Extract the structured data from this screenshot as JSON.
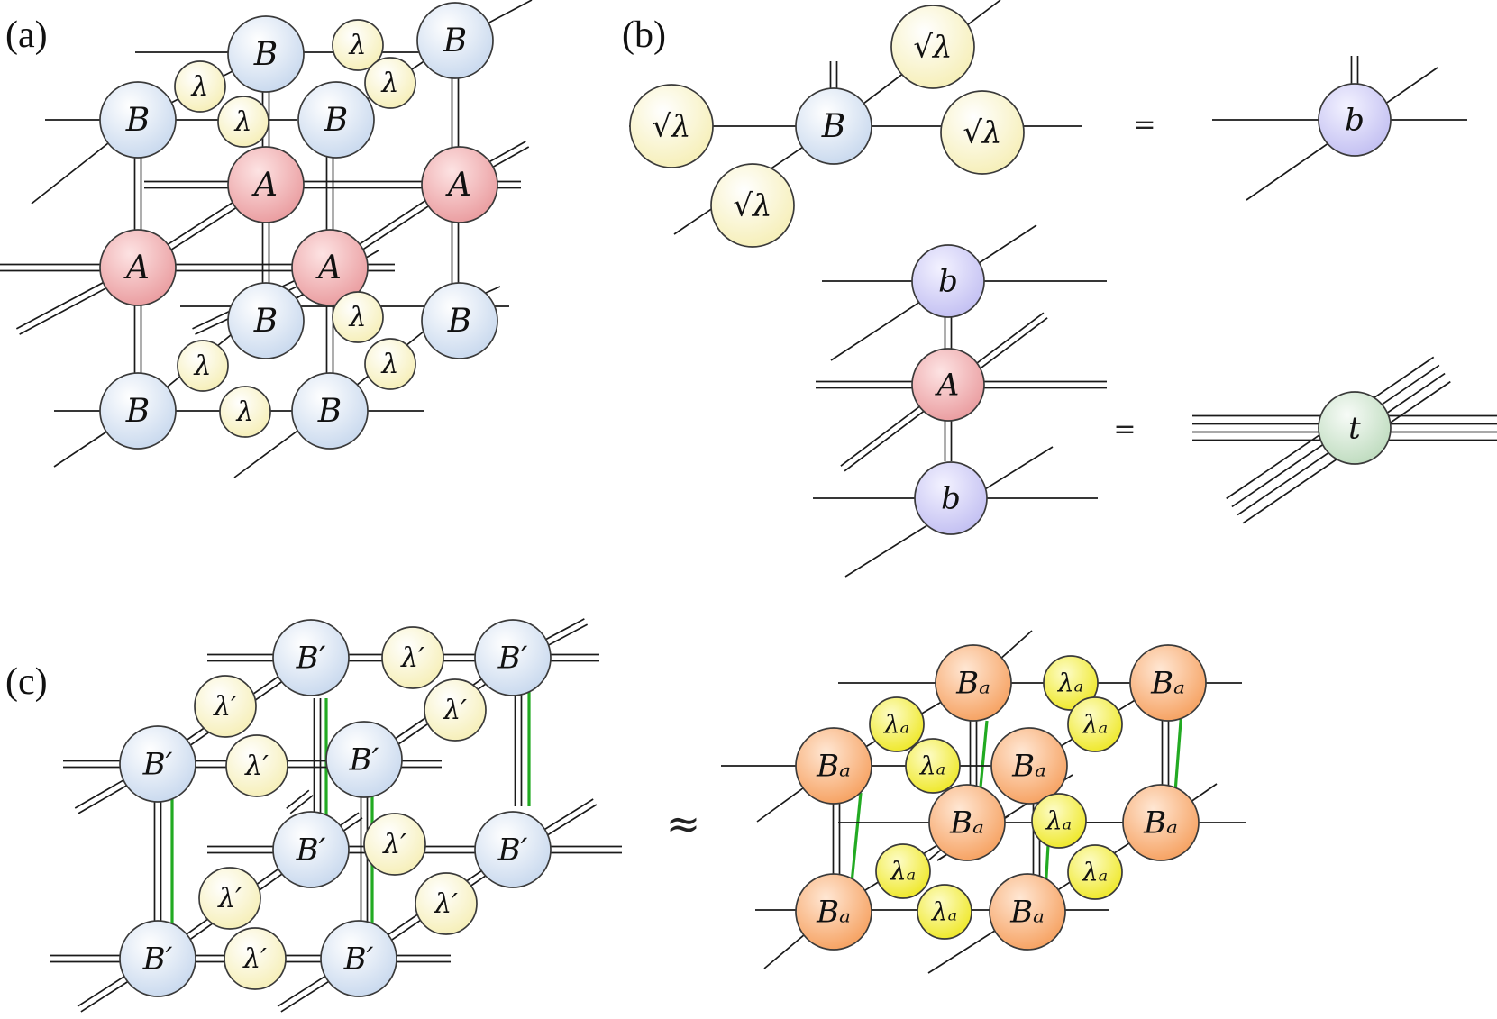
{
  "panels": {
    "a": "(a)",
    "b": "(b)",
    "c": "(c)"
  },
  "symbols": {
    "B": "B",
    "A": "A",
    "lambda": "λ",
    "sqrt_lambda": "√λ",
    "b": "b",
    "t": "t",
    "B_prime": "B′",
    "lambda_prime": "λ′",
    "B_a": "Bₐ",
    "lambda_a": "λₐ",
    "equals": "=",
    "approx": "≈"
  },
  "colors": {
    "B_blue": "#dde8f6",
    "A_red": "#f2b0b2",
    "lambda_yellow": "#fbf7cc",
    "b_purple": "#d5d3f8",
    "t_green": "#d6ecd6",
    "Ba_orange": "#f9b37d",
    "lambda_a_yellow": "#f4f04a",
    "green_link": "#22aa22"
  }
}
